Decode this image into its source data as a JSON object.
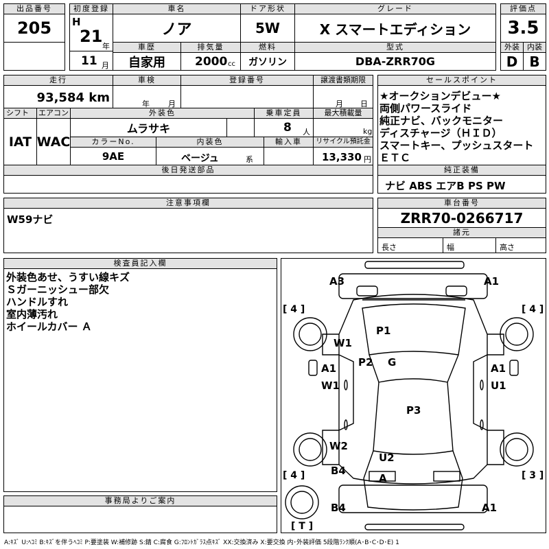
{
  "lot": {
    "label": "出品番号",
    "value": "205"
  },
  "first_reg": {
    "label": "初度登録",
    "era": "H",
    "year": "21",
    "year_unit": "年",
    "month": "11",
    "month_unit": "月"
  },
  "car_name": {
    "label": "車名",
    "value": "ノア"
  },
  "door": {
    "label": "ドア形状",
    "value": "5W"
  },
  "grade": {
    "label": "グレード",
    "value": "X スマートエディション"
  },
  "score": {
    "label": "評価点",
    "value": "3.5",
    "ext_label": "外装",
    "int_label": "内装",
    "ext_value": "D",
    "int_value": "B"
  },
  "history": {
    "label": "車歴",
    "value": "自家用"
  },
  "displacement": {
    "label": "排気量",
    "value": "2000",
    "unit": "cc"
  },
  "fuel": {
    "label": "燃料",
    "value": "ガソリン"
  },
  "model_code": {
    "label": "型式",
    "value": "DBA-ZRR70G"
  },
  "mileage": {
    "label": "走行",
    "value": "93,584 km"
  },
  "inspection": {
    "label": "車検",
    "year_unit": "年",
    "month_unit": "月"
  },
  "registration_no": {
    "label": "登録番号"
  },
  "transfer": {
    "label": "譲渡書類期限",
    "month_unit": "月",
    "day_unit": "日"
  },
  "shift": {
    "label": "シフト",
    "value": "IAT"
  },
  "aircon": {
    "label": "エアコン",
    "value": "WAC"
  },
  "exterior_color": {
    "label": "外装色",
    "value": "ムラサキ"
  },
  "capacity": {
    "label": "乗車定員",
    "value": "8",
    "unit": "人"
  },
  "max_load": {
    "label": "最大積載量",
    "unit": "kg"
  },
  "color_no": {
    "label": "カラーNo.",
    "value": "9AE"
  },
  "interior_color": {
    "label": "内装色",
    "value": "ベージュ",
    "unit": "系"
  },
  "import": {
    "label": "輸入車"
  },
  "recycle": {
    "label": "リサイクル預託金",
    "value": "13,330",
    "unit": "円"
  },
  "later_parts": {
    "label": "後日発送部品"
  },
  "sales_points": {
    "label": "セールスポイント",
    "items": [
      "★オークションデビュー★",
      "両側パワースライド",
      "純正ナビ、バックモニター",
      "ディスチャージ（ＨＩＤ）",
      "スマートキー、プッシュスタート",
      "ＥＴＣ"
    ]
  },
  "equipment": {
    "label": "純正装備",
    "value": "ナビ ABS エアB PS PW"
  },
  "notes": {
    "label": "注意事項欄",
    "value": "W59ナビ"
  },
  "chassis_no": {
    "label": "車台番号",
    "value": "ZRR70-0266717"
  },
  "specs": {
    "label": "諸元",
    "length": "長さ",
    "width": "幅",
    "height": "高さ"
  },
  "inspector": {
    "label": "検査員記入欄",
    "items": [
      "外装色あせ、うすい線キズ",
      "Ｓガーニッシュー部欠",
      "ハンドルすれ",
      "室内薄汚れ",
      "ホイールカバー Ａ"
    ]
  },
  "office": {
    "label": "事務局よりご案内"
  },
  "legend": "A:ｷｽﾞ U:ﾍｺﾐ B:ｷｽﾞを伴うﾍｺﾐ P:要塗装 W:補修跡 S:錆 C:腐食 G:ﾌﾛﾝﾄｶﾞﾗｽ点ｷｽﾞ XX:交換済み X:要交換 内･外装評価 5段階ﾗﾝｸ順(A･B･C･D･E) 1",
  "diagram": {
    "marks": [
      "A3",
      "A1",
      "W1",
      "P1",
      "P2",
      "G",
      "A1",
      "W1",
      "A1",
      "U1",
      "P3",
      "W2",
      "U2",
      "B4",
      "A",
      "B4",
      "A1"
    ],
    "tires": [
      "[ 4 ]",
      "[ 4 ]",
      "[ 4 ]",
      "[ 3 ]",
      "[ T ]"
    ]
  }
}
